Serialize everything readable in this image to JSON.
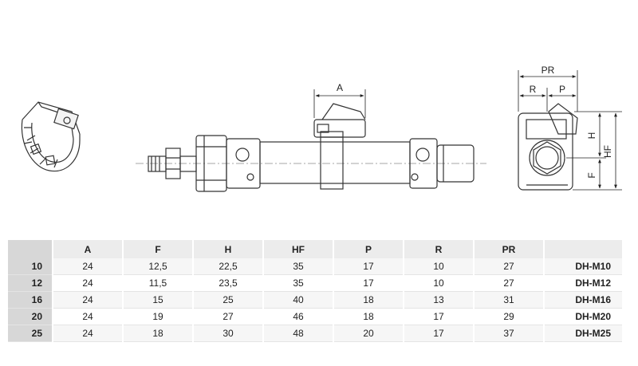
{
  "labels": {
    "dim_a": "A",
    "dim_pr": "PR",
    "dim_r": "R",
    "dim_p": "P",
    "dim_h": "H",
    "dim_hf": "HF",
    "dim_f": "F"
  },
  "table": {
    "headers": [
      "A",
      "F",
      "H",
      "HF",
      "P",
      "R",
      "PR"
    ],
    "rows": [
      {
        "size": "10",
        "cells": [
          "24",
          "12,5",
          "22,5",
          "35",
          "17",
          "10",
          "27"
        ],
        "code": "DH-M10"
      },
      {
        "size": "12",
        "cells": [
          "24",
          "11,5",
          "23,5",
          "35",
          "17",
          "10",
          "27"
        ],
        "code": "DH-M12"
      },
      {
        "size": "16",
        "cells": [
          "24",
          "15",
          "25",
          "40",
          "18",
          "13",
          "31"
        ],
        "code": "DH-M16"
      },
      {
        "size": "20",
        "cells": [
          "24",
          "19",
          "27",
          "46",
          "18",
          "17",
          "29"
        ],
        "code": "DH-M20"
      },
      {
        "size": "25",
        "cells": [
          "24",
          "18",
          "30",
          "48",
          "20",
          "17",
          "37"
        ],
        "code": "DH-M25"
      }
    ]
  }
}
